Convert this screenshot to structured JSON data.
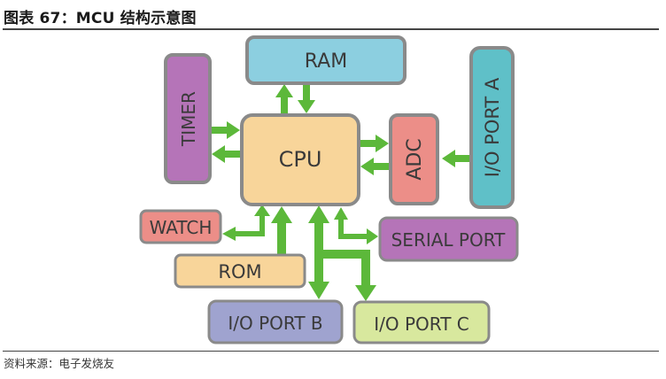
{
  "header": {
    "title": "图表 67：MCU 结构示意图"
  },
  "footer": {
    "source": "资料来源：电子发烧友"
  },
  "diagram": {
    "blocks": {
      "ram": {
        "label": "RAM",
        "fill": "#8ccfe0"
      },
      "timer": {
        "label": "TIMER",
        "fill": "#b574b8"
      },
      "cpu": {
        "label": "CPU",
        "fill": "#f8d59a"
      },
      "adc": {
        "label": "ADC",
        "fill": "#ec8e88"
      },
      "io_port_a": {
        "label": "I/O PORT A",
        "fill": "#5fc0c8"
      },
      "watch": {
        "label": "WATCH",
        "fill": "#ec8e88"
      },
      "rom": {
        "label": "ROM",
        "fill": "#f8d59a"
      },
      "serial_port": {
        "label": "SERIAL PORT",
        "fill": "#b574b8"
      },
      "io_port_b": {
        "label": "I/O PORT B",
        "fill": "#9fa3cf"
      },
      "io_port_c": {
        "label": "I/O PORT C",
        "fill": "#d8e89e"
      }
    },
    "colors": {
      "arrow": "#5cb83a",
      "block_border": "#8a8a8a",
      "text": "#3a3a3a"
    },
    "connections": [
      {
        "from": "CPU",
        "to": "RAM"
      },
      {
        "from": "RAM",
        "to": "CPU"
      },
      {
        "from": "TIMER",
        "to": "CPU"
      },
      {
        "from": "CPU",
        "to": "TIMER"
      },
      {
        "from": "CPU",
        "to": "ADC"
      },
      {
        "from": "ADC",
        "to": "CPU"
      },
      {
        "from": "I/O PORT A",
        "to": "ADC"
      },
      {
        "from": "CPU",
        "to": "WATCH",
        "bidirectional": true
      },
      {
        "from": "ROM",
        "to": "CPU"
      },
      {
        "from": "CPU",
        "to": "I/O PORT B",
        "bidirectional": true
      },
      {
        "from": "CPU",
        "to": "SERIAL PORT",
        "bidirectional": true
      },
      {
        "from": "CPU",
        "to": "I/O PORT C"
      }
    ]
  }
}
